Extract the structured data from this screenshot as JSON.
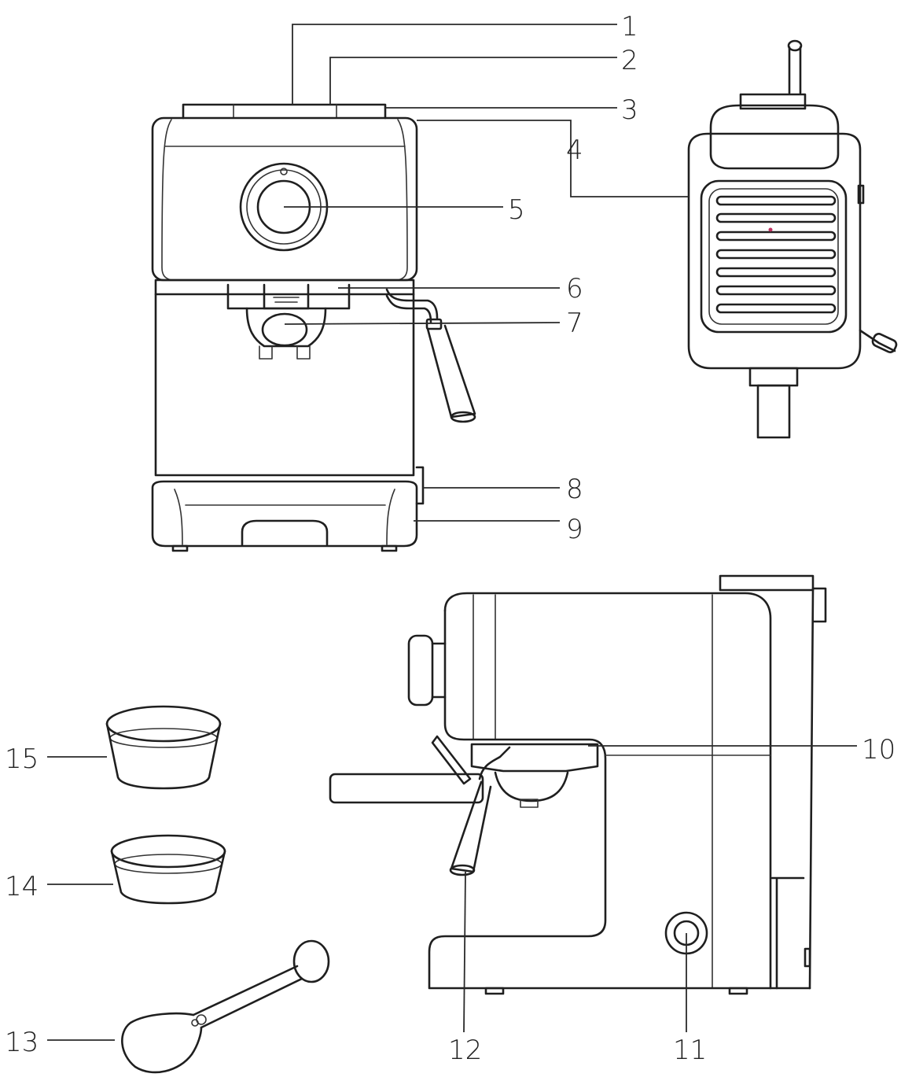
{
  "callouts": [
    {
      "id": "1",
      "label": "1"
    },
    {
      "id": "2",
      "label": "2"
    },
    {
      "id": "3",
      "label": "3"
    },
    {
      "id": "4",
      "label": "4"
    },
    {
      "id": "5",
      "label": "5"
    },
    {
      "id": "6",
      "label": "6"
    },
    {
      "id": "7",
      "label": "7"
    },
    {
      "id": "8",
      "label": "8"
    },
    {
      "id": "9",
      "label": "9"
    },
    {
      "id": "10",
      "label": "10"
    },
    {
      "id": "11",
      "label": "11"
    },
    {
      "id": "12",
      "label": "12"
    },
    {
      "id": "13",
      "label": "13"
    },
    {
      "id": "14",
      "label": "14"
    },
    {
      "id": "15",
      "label": "15"
    }
  ],
  "colors": {
    "ink": "#1f1f1f",
    "background": "#ffffff"
  }
}
